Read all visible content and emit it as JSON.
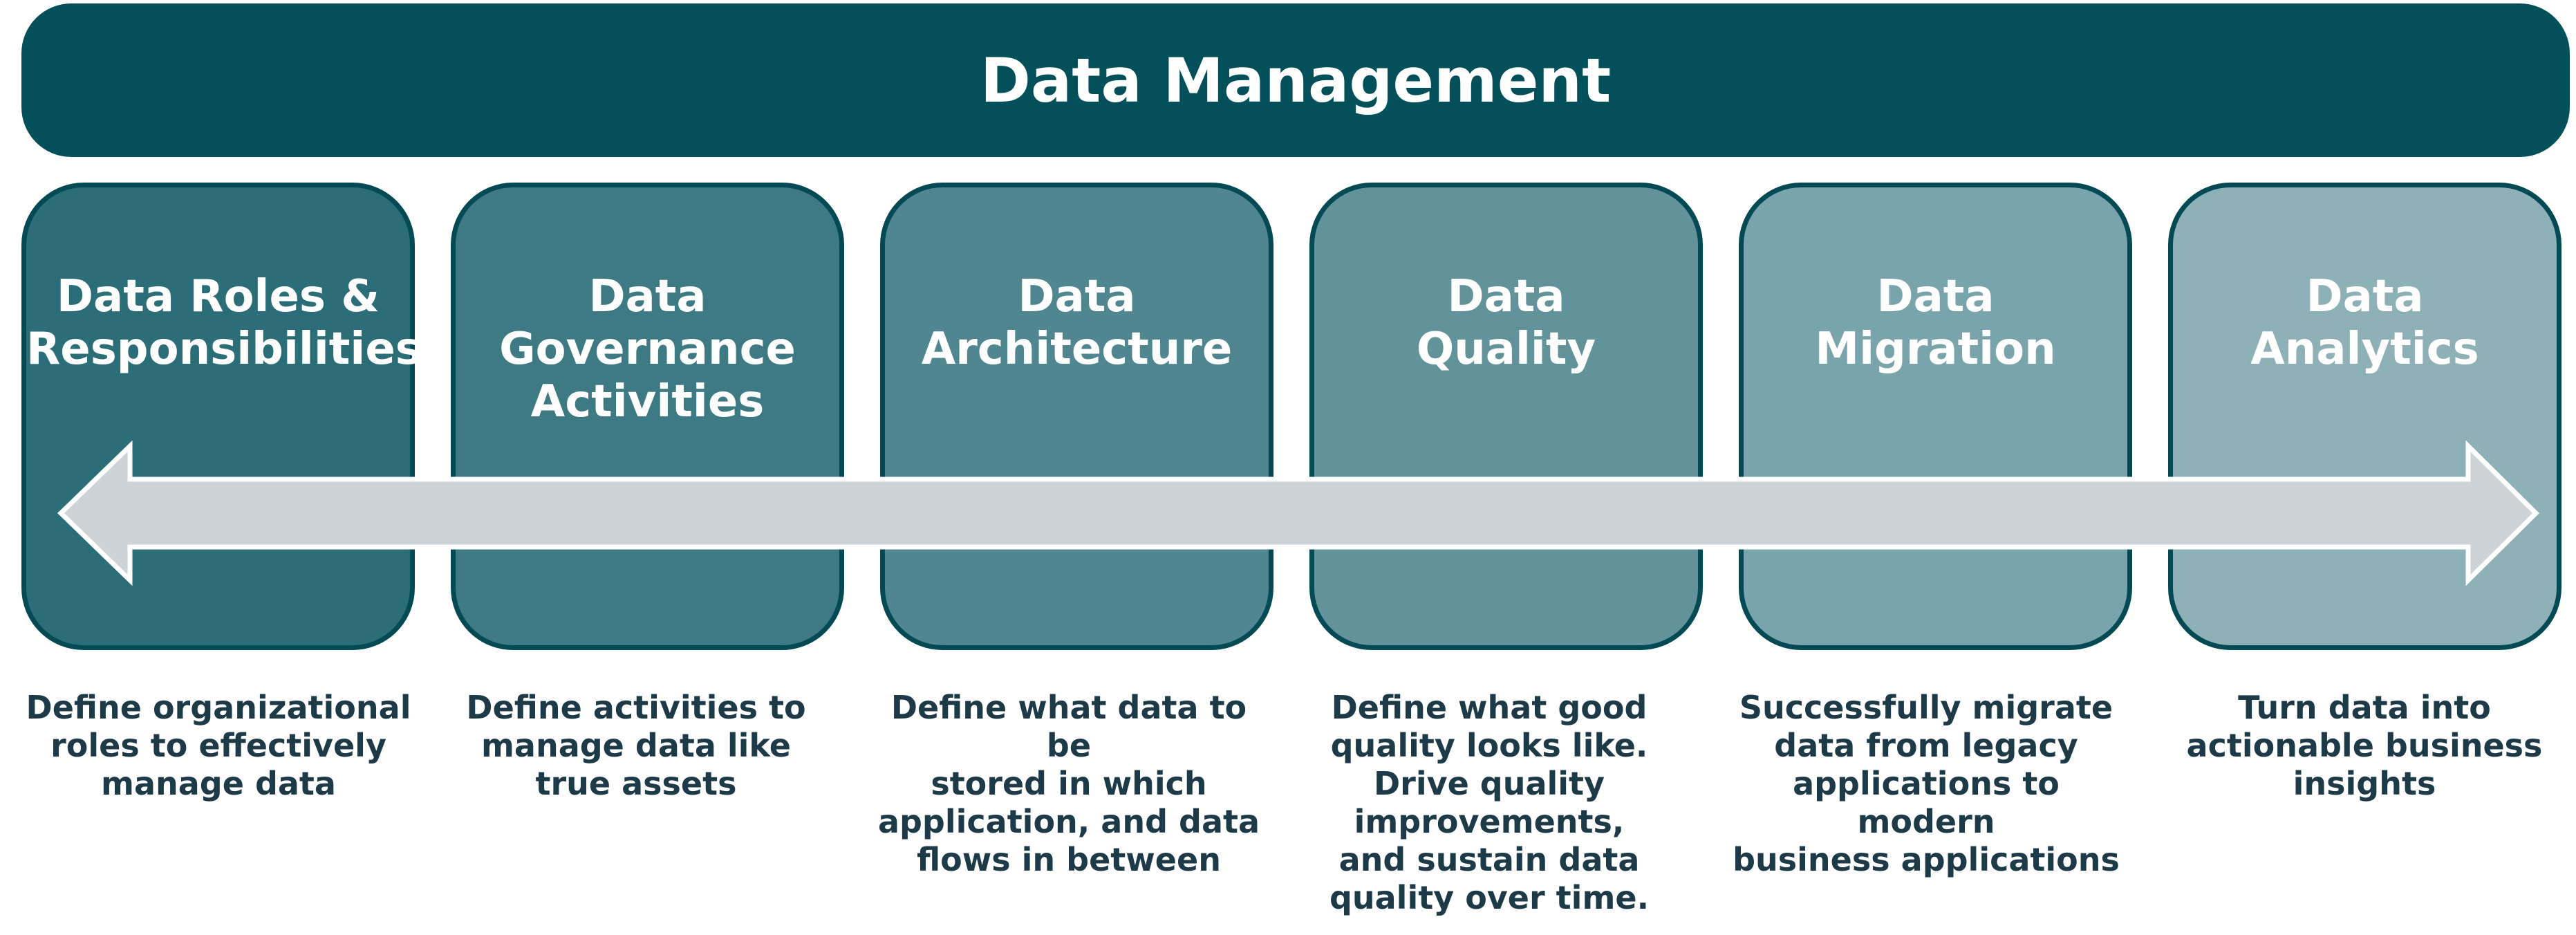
{
  "header": {
    "title": "Data Management"
  },
  "colors": {
    "banner": "#03505a",
    "border": "#034a55",
    "arrow_fill": "#cdd3d6",
    "description_text": "#1c3a47",
    "card_fills": [
      "#2c6e77",
      "#3d7a84",
      "#4f8690",
      "#62939b",
      "#7aa4ab",
      "#8eb1b7"
    ]
  },
  "icons": {
    "arrow": "double-headed-horizontal-arrow"
  },
  "cards": [
    {
      "title": "Data Roles &\nResponsibilities",
      "description": "Define organizational\nroles to effectively\nmanage data"
    },
    {
      "title": "Data\nGovernance\nActivities",
      "description": "Define activities to\nmanage data like\ntrue assets"
    },
    {
      "title": "Data\nArchitecture",
      "description": "Define what data to be\nstored in which\napplication, and data\nflows in between"
    },
    {
      "title": "Data\nQuality",
      "description": "Define what good\nquality looks like.\nDrive quality\nimprovements,\nand sustain data\nquality over time."
    },
    {
      "title": "Data\nMigration",
      "description": "Successfully migrate\ndata from legacy\napplications to modern\nbusiness applications"
    },
    {
      "title": "Data\nAnalytics",
      "description": "Turn data into\nactionable business\ninsights"
    }
  ]
}
